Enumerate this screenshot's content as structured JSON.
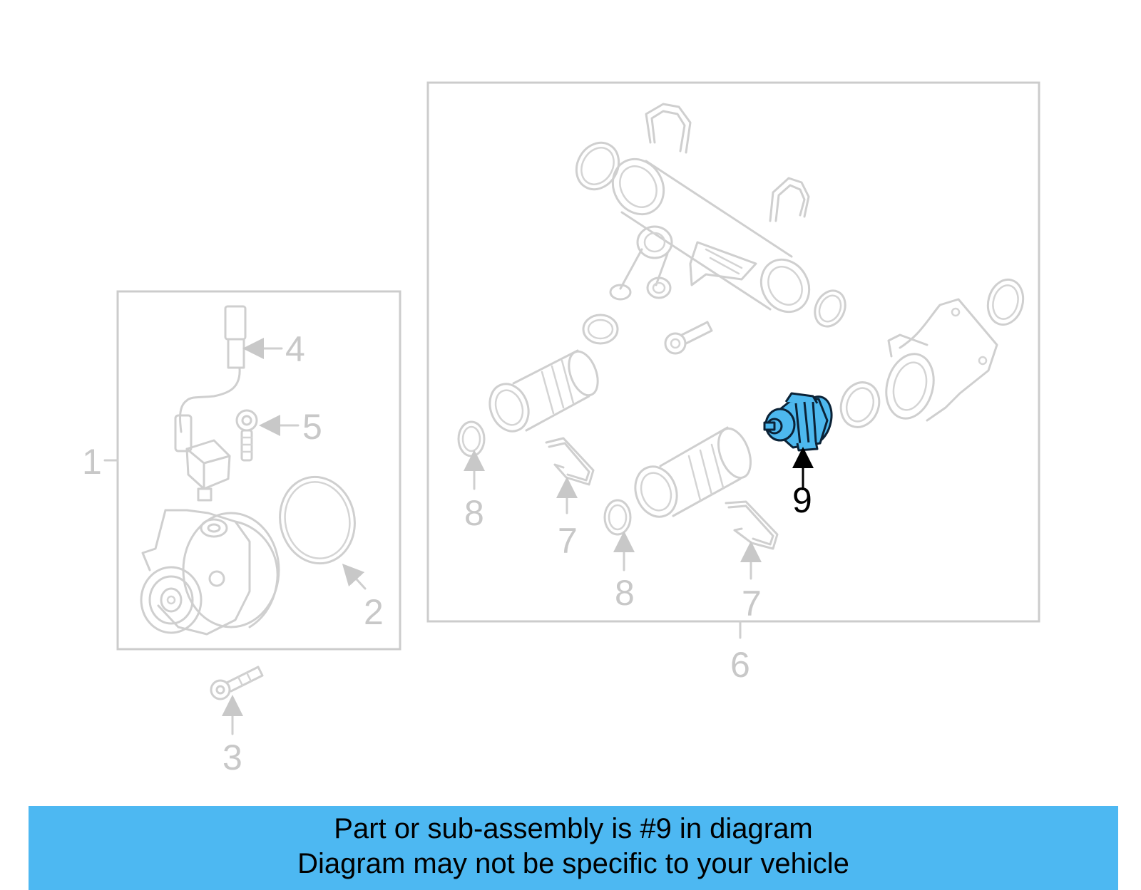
{
  "diagram": {
    "callouts": [
      "1",
      "2",
      "3",
      "4",
      "5",
      "6",
      "7",
      "7",
      "8",
      "8",
      "9"
    ],
    "highlighted_callout": "9",
    "highlight_color": "#4db8ee",
    "frame_color": "#cccccc"
  },
  "banner": {
    "line1": "Part or sub-assembly is #9 in diagram",
    "line2": "Diagram may not be specific to your vehicle",
    "background": "#4db8f2"
  }
}
